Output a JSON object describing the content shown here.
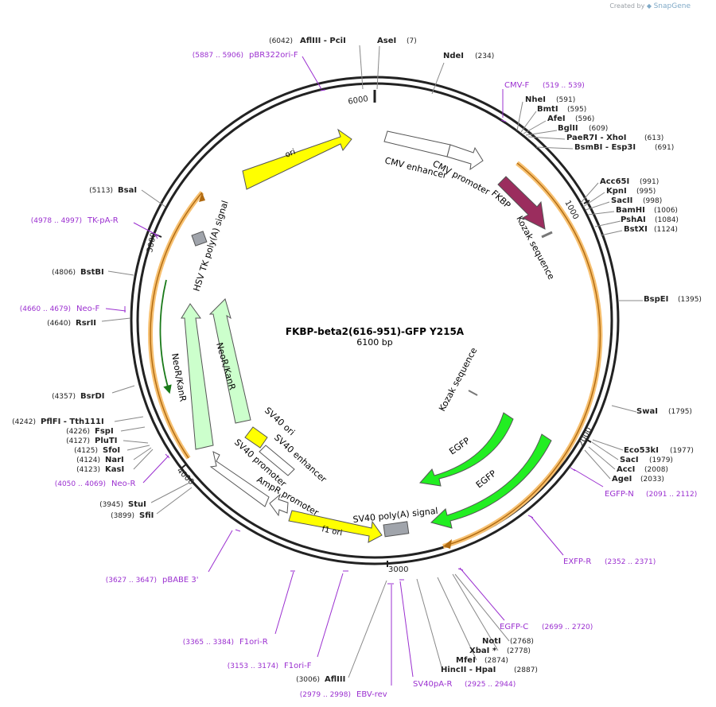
{
  "credit": {
    "prefix": "Created by",
    "brand": "SnapGene"
  },
  "plasmid": {
    "name": "FKBP-beta2(616-951)-GFP Y215A",
    "size": "6100 bp"
  },
  "ruler_ticks": [
    "6000",
    "1000",
    "2000",
    "3000",
    "4000",
    "5000"
  ],
  "features": {
    "ori": "ori",
    "cmv_enhancer": "CMV enhancer",
    "cmv_promoter": "CMV promoter",
    "fkbp": "FKBP",
    "kozak1": "Kozak sequence",
    "kozak2": "Kozak sequence",
    "egfp1": "EGFP",
    "egfp2": "EGFP",
    "sv40_polya": "SV40 poly(A) signal",
    "f1_ori": "f1 ori",
    "ampr_promoter": "AmpR promoter",
    "sv40_promoter": "SV40 promoter",
    "sv40_enhancer": "SV40 enhancer",
    "sv40_ori": "SV40 ori",
    "neor1": "NeoR/KanR",
    "neor2": "NeoR/KanR",
    "hsv_tk": "HSV TK poly(A) signal"
  },
  "labels": {
    "aflIII_pciI_pos": "(6042)",
    "aflIII_pciI": "AflIII  - PciI",
    "aseI": "AseI",
    "aseI_pos": "(7)",
    "ndeI": "NdeI",
    "ndeI_pos": "(234)",
    "pbr322_pos": "(5887 .. 5906)",
    "pbr322": "pBR322ori-F",
    "cmvf": "CMV-F",
    "cmvf_pos": "(519 .. 539)",
    "nheI": "NheI",
    "nheI_pos": "(591)",
    "bmtI": "BmtI",
    "bmtI_pos": "(595)",
    "afeI": "AfeI",
    "afeI_pos": "(596)",
    "bglII": "BglII",
    "bglII_pos": "(609)",
    "paer7i": "PaeR7I  - XhoI",
    "paer7i_pos": "(613)",
    "bsmbi": "BsmBI  - Esp3I",
    "bsmbi_pos": "(691)",
    "acc65i": "Acc65I",
    "acc65i_pos": "(991)",
    "kpni": "KpnI",
    "kpni_pos": "(995)",
    "sacii": "SacII",
    "sacii_pos": "(998)",
    "bamhi": "BamHI",
    "bamhi_pos": "(1006)",
    "pshai": "PshAI",
    "pshai_pos": "(1084)",
    "bstxi": "BstXI",
    "bstxi_pos": "(1124)",
    "bspei": "BspEI",
    "bspei_pos": "(1395)",
    "swai": "SwaI",
    "swai_pos": "(1795)",
    "eco53ki": "Eco53kI",
    "eco53ki_pos": "(1977)",
    "saci": "SacI",
    "saci_pos": "(1979)",
    "acci": "AccI",
    "acci_pos": "(2008)",
    "agei": "AgeI",
    "agei_pos": "(2033)",
    "egfpn": "EGFP-N",
    "egfpn_pos": "(2091 .. 2112)",
    "exfpr": "EXFP-R",
    "exfpr_pos": "(2352 .. 2371)",
    "egfpc": "EGFP-C",
    "egfpc_pos": "(2699 .. 2720)",
    "noti": "NotI",
    "noti_pos": "(2768)",
    "xbai": "XbaI *",
    "xbai_pos": "(2778)",
    "mfei": "MfeI",
    "mfei_pos": "(2874)",
    "hincii": "HincII  - HpaI",
    "hincii_pos": "(2887)",
    "sv40par": "SV40pA-R",
    "sv40par_pos": "(2925 .. 2944)",
    "ebvrev_pos": "(2979 .. 2998)",
    "ebvrev": "EBV-rev",
    "afliii_pos": "(3006)",
    "afliii": "AflIII",
    "f1orif_pos": "(3153 .. 3174)",
    "f1orif": "F1ori-F",
    "f1orir_pos": "(3365 .. 3384)",
    "f1orir": "F1ori-R",
    "pbabe_pos": "(3627 .. 3647)",
    "pbabe": "pBABE 3'",
    "sfii_pos": "(3899)",
    "sfii": "SfiI",
    "stui_pos": "(3945)",
    "stui": "StuI",
    "neor_pos": "(4050 .. 4069)",
    "neor": "Neo-R",
    "kasi_pos": "(4123)",
    "kasi": "KasI",
    "nari_pos": "(4124)",
    "nari": "NarI",
    "sfoi_pos": "(4125)",
    "sfoi": "SfoI",
    "pluti_pos": "(4127)",
    "pluti": "PluTI",
    "fspi_pos": "(4226)",
    "fspi": "FspI",
    "pflfi_pos": "(4242)",
    "pflfi": "PflFI  - Tth111I",
    "bsrdi_pos": "(4357)",
    "bsrdi": "BsrDI",
    "rsrii_pos": "(4640)",
    "rsrii": "RsrII",
    "neof_pos": "(4660 .. 4679)",
    "neof": "Neo-F",
    "bstbi_pos": "(4806)",
    "bstbi": "BstBI",
    "tkpar_pos": "(4978 .. 4997)",
    "tkpar": "TK-pA-R",
    "bsai_pos": "(5113)",
    "bsai": "BsaI"
  },
  "colors": {
    "backbone": "#222222",
    "enzyme_line": "#888888",
    "primer": "#9b30d0",
    "orf": "#f0a030",
    "ori": "#ffff00",
    "fkbp": "#9b2d5e",
    "egfp": "#22ee22",
    "neo": "#ccffcc",
    "grey_feature": "#a0a4ab",
    "white_feature": "#ffffff"
  }
}
